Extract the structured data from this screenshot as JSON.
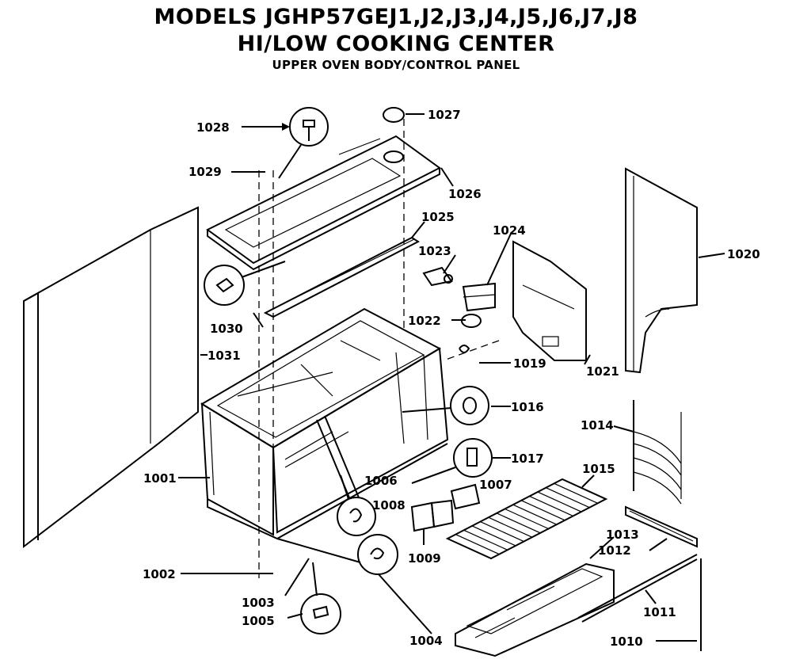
{
  "header": {
    "title": "MODELS JGHP57GEJ1,J2,J3,J4,J5,J6,J7,J8",
    "subtitle": "HI/LOW COOKING CENTER",
    "section": "UPPER OVEN BODY/CONTROL PANEL"
  },
  "parts": {
    "p1001": "1001",
    "p1002": "1002",
    "p1003": "1003",
    "p1004": "1004",
    "p1005": "1005",
    "p1006": "1006",
    "p1007": "1007",
    "p1008": "1008",
    "p1009": "1009",
    "p1010": "1010",
    "p1011": "1011",
    "p1012": "1012",
    "p1013": "1013",
    "p1014": "1014",
    "p1015": "1015",
    "p1016": "1016",
    "p1017": "1017",
    "p1019": "1019",
    "p1020": "1020",
    "p1021": "1021",
    "p1022": "1022",
    "p1023": "1023",
    "p1024": "1024",
    "p1025": "1025",
    "p1026": "1026",
    "p1027": "1027",
    "p1028": "1028",
    "p1029": "1029",
    "p1030": "1030",
    "p1031": "1031"
  }
}
